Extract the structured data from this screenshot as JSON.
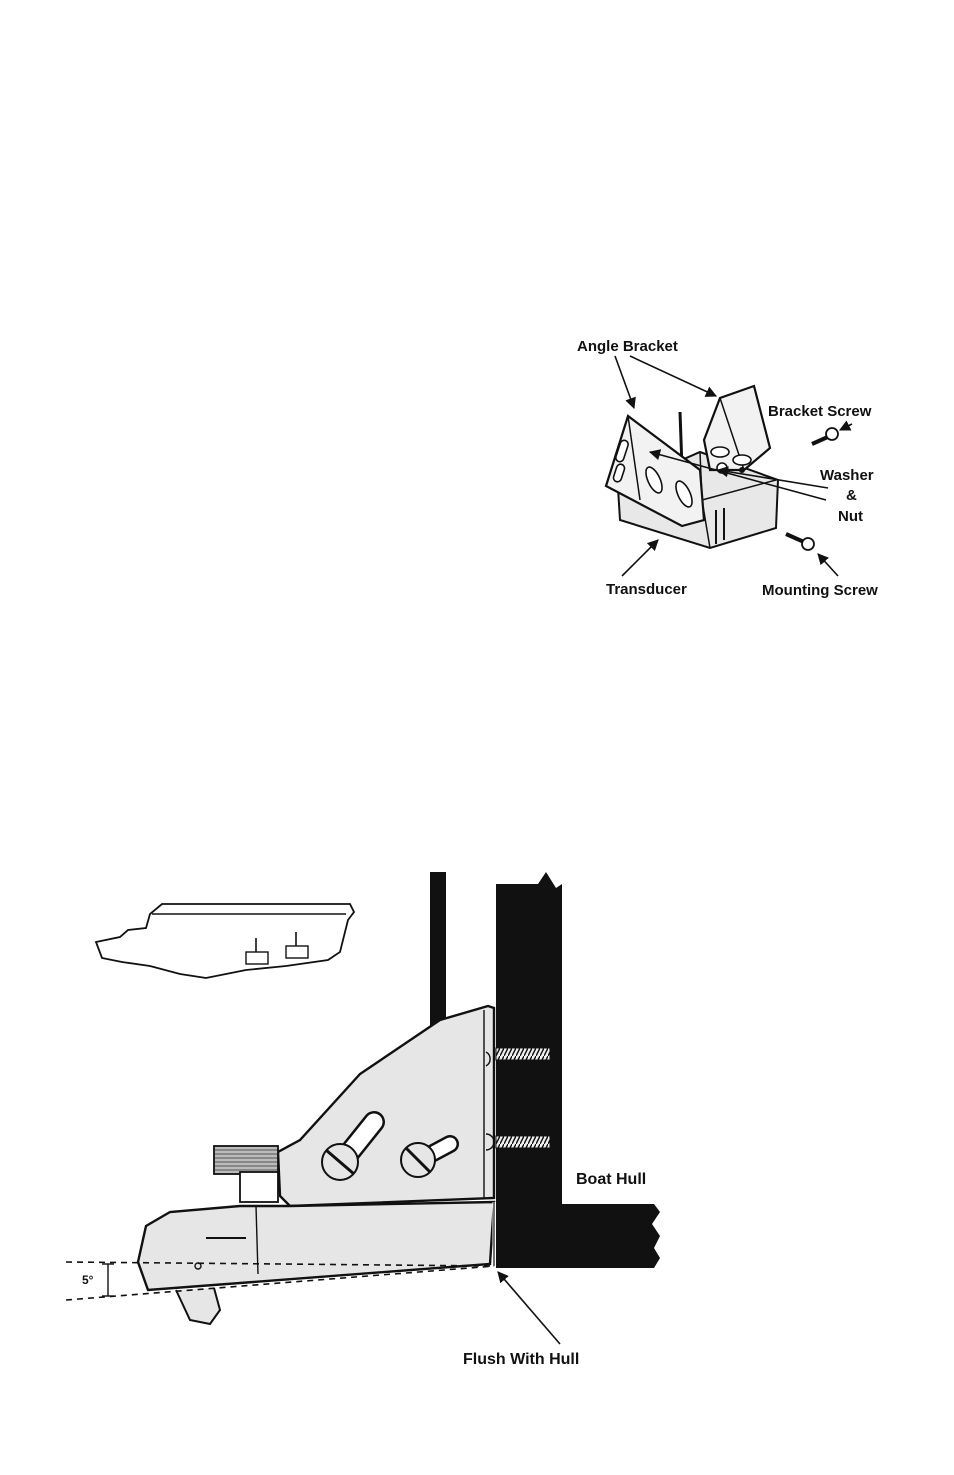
{
  "figure1": {
    "labels": {
      "angle_bracket": "Angle  Bracket",
      "bracket_screw": "Bracket Screw",
      "washer": "Washer",
      "amp": "&",
      "nut": "Nut",
      "transducer": "Transducer",
      "mounting_screw": "Mounting Screw"
    }
  },
  "figure2": {
    "labels": {
      "boat_hull": "Boat Hull",
      "flush_with_hull": "Flush With Hull",
      "angle": "5°"
    }
  },
  "colors": {
    "ink": "#111111",
    "fill": "#e6e6e6",
    "paper": "#ffffff"
  }
}
